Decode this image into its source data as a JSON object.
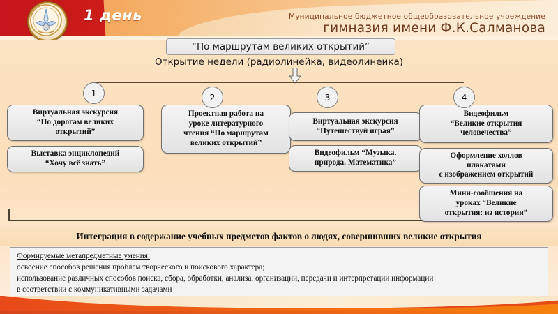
{
  "header": {
    "day_badge": "1 день",
    "org_line1": "Муниципальное бюджетное общеобразовательное учреждение",
    "org_line2": "гимназия имени Ф.К.Салманова",
    "logo_icon": "school-emblem-icon"
  },
  "title": {
    "main": "“По маршрутам великих открытий”",
    "subtitle": "Открытие недели (радиолинейка, видеолинейка)"
  },
  "flow": {
    "markers": [
      {
        "label": "1"
      },
      {
        "label": "2"
      },
      {
        "label": "3"
      },
      {
        "label": "4"
      }
    ],
    "arrow_icon": "down-arrow-icon",
    "columns": [
      {
        "marker": "1",
        "cards": [
          "Виртуальная экскурсия\n“По дорогам великих открытий”",
          "Выставка энциклопедий\n“Хочу всё знать”"
        ]
      },
      {
        "marker": "2",
        "cards": [
          "Проектная работа на уроке литературного чтения “По маршрутам великих открытий”"
        ]
      },
      {
        "marker": "3",
        "cards": [
          "Виртуальная экскурсия\n“Путешествуй играя”",
          "Видеофильм “Музыка. природа. Математика”"
        ]
      },
      {
        "marker": "4",
        "cards": [
          "Видеофильм\n“Великие открытия человечества”",
          "Оформление холлов плакатами\nс изображением открытий",
          "Мини-сообщения на уроках “Великие открытия: из истории”"
        ]
      }
    ]
  },
  "cards": {
    "c1a_l1": "Виртуальная экскурсия",
    "c1a_l2": "“По дорогам великих",
    "c1a_l3": "открытий”",
    "c1b_l1": "Выставка энциклопедий",
    "c1b_l2": "“Хочу всё знать”",
    "c2a_l1": "Проектная работа на",
    "c2a_l2": "уроке литературного",
    "c2a_l3": "чтения “По маршрутам",
    "c2a_l4": "великих открытий”",
    "c3a_l1": "Виртуальная экскурсия",
    "c3a_l2": "“Путешествуй играя”",
    "c3b_l1": "Видеофильм “Музыка.",
    "c3b_l2": "природа. Математика”",
    "c4a_l1": "Видеофильм",
    "c4a_l2": "“Великие открытия",
    "c4a_l3": "человечества”",
    "c4b_l1": "Оформление холлов",
    "c4b_l2": "плакатами",
    "c4b_l3": "с изображением открытий",
    "c4c_l1": "Мини-сообщения на",
    "c4c_l2": "уроках “Великие",
    "c4c_l3": "открытия: из истории”"
  },
  "integration": {
    "text": "Интеграция в содержание учебных предметов фактов о людях, совершивших великие открытия"
  },
  "panel": {
    "lead": "Формируемые метапредметные умения:",
    "line1": "освоение способов решения проблем творческого и поискового характера;",
    "line2": "использование различных способов поиска, сбора, обработки, анализа, организации, передачи и интерпретации информации",
    "line3": "в соответствии с коммуникативными задачами"
  },
  "colors": {
    "header_red": "#c4161c",
    "header_orange": "#f26c10",
    "slide_bg": "#fbe3c4",
    "card_bg": "#eaeaea",
    "card_border": "#6f6f6f",
    "text": "#111111",
    "org_text": "#6d3a1c"
  }
}
